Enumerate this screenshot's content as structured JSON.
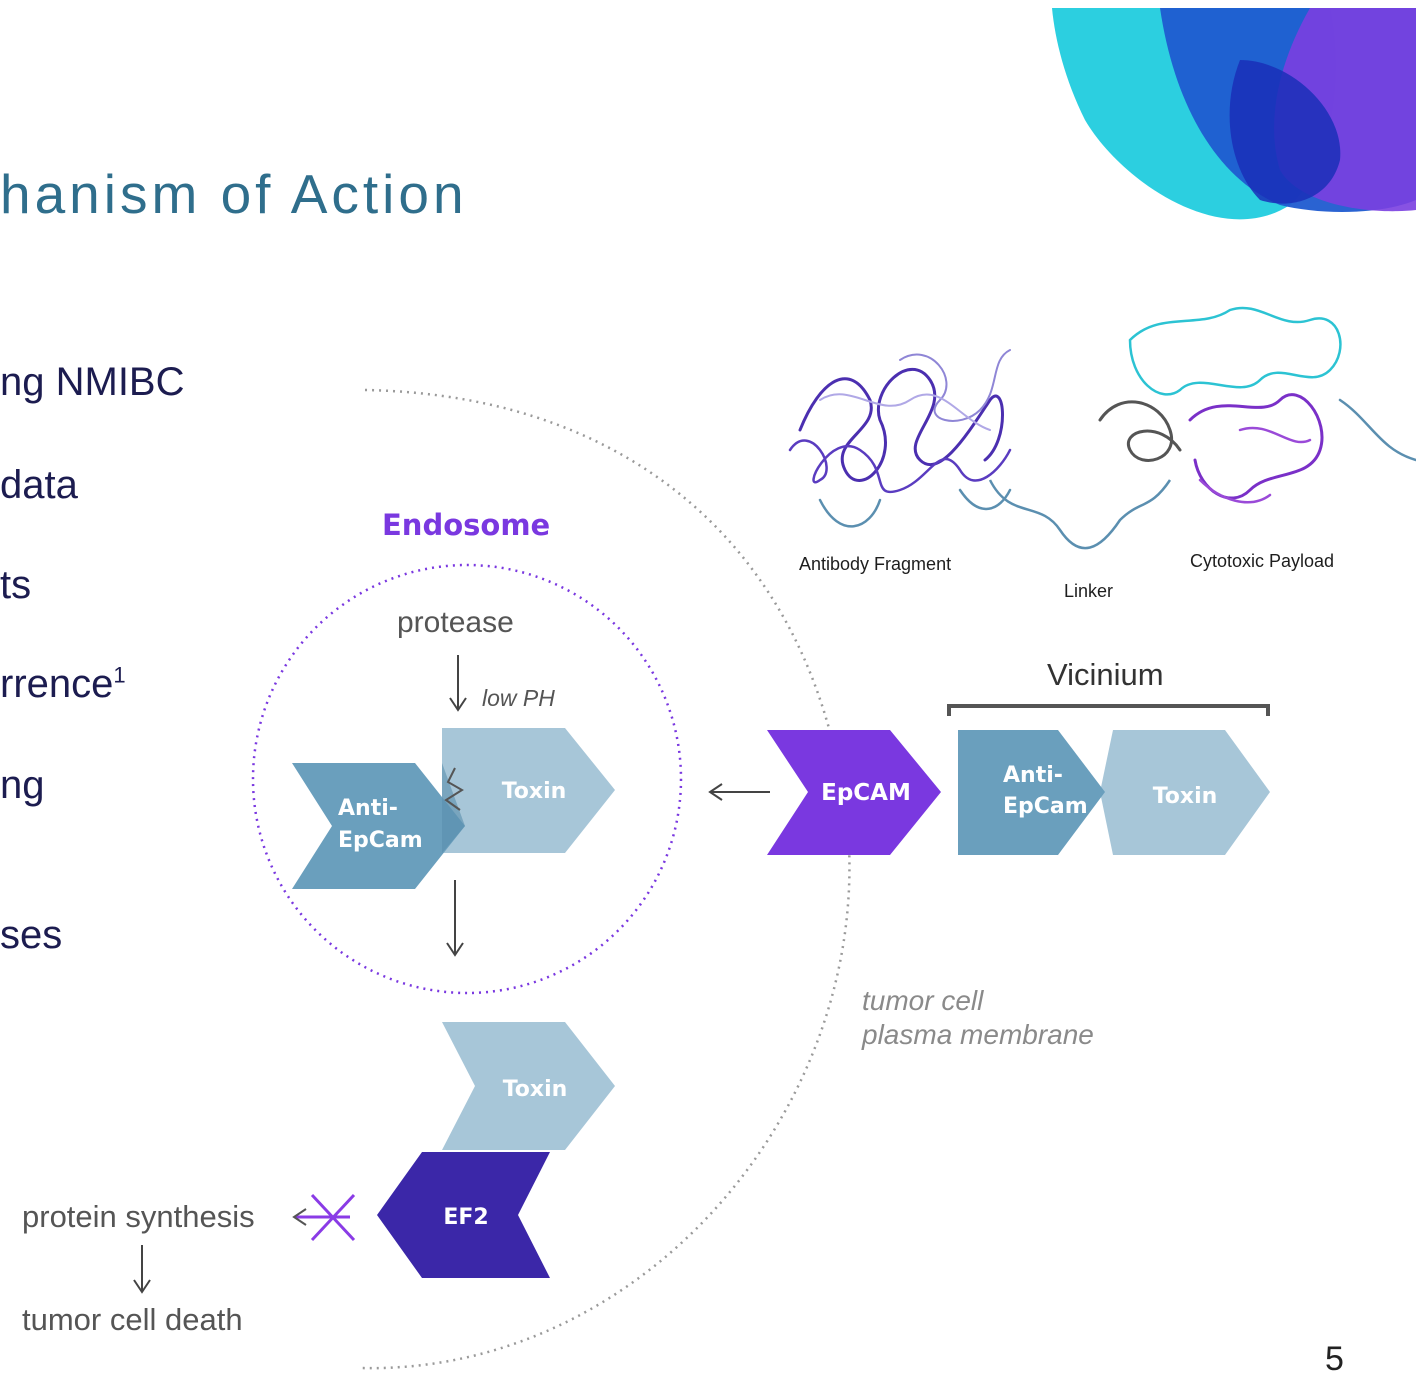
{
  "slide": {
    "title": "hanism of Action",
    "page_number": "5"
  },
  "bullets": [
    {
      "text": "ng NMIBC",
      "sup": ""
    },
    {
      "text": "data",
      "sup": ""
    },
    {
      "text": "ts",
      "sup": ""
    },
    {
      "text": "rrence",
      "sup": "1"
    },
    {
      "text": "ng",
      "sup": ""
    },
    {
      "text": "ses",
      "sup": ""
    }
  ],
  "structure_labels": {
    "antibody_fragment": "Antibody Fragment",
    "linker": "Linker",
    "cytotoxic_payload": "Cytotoxic Payload"
  },
  "diagram": {
    "endosome": "Endosome",
    "protease": "protease",
    "low_ph": "low PH",
    "anti_epcam_line1": "Anti-",
    "anti_epcam_line2": "EpCam",
    "toxin": "Toxin",
    "epcam": "EpCAM",
    "vicinium": "Vicinium",
    "ef2": "EF2",
    "protein_synthesis": "protein synthesis",
    "tumor_cell_death": "tumor cell death",
    "membrane_line1": "tumor cell",
    "membrane_line2": "plasma membrane"
  },
  "colors": {
    "title": "#2f6e8c",
    "anti_epcam": "#6a9fbd",
    "toxin": "#a7c6d8",
    "epcam": "#7a38e0",
    "ef2": "#3b27a8",
    "endosome_label": "#7a38e0",
    "logo_cyan": "#2ccfe0",
    "logo_blue": "#1f5bd0",
    "logo_purple": "#7a3fe0"
  }
}
